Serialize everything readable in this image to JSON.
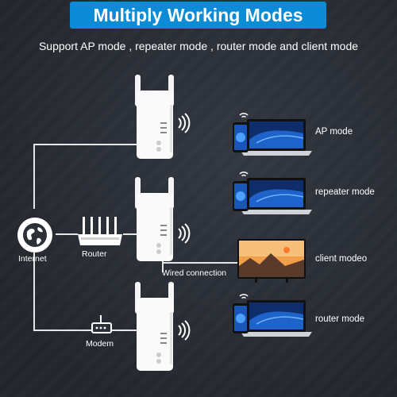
{
  "title": "Multiply Working Modes",
  "subtitle": "Support AP mode , repeater mode , router mode and client mode",
  "devices": {
    "internet": "Internet",
    "router": "Router",
    "modem": "Modem",
    "wired": "Wired connection"
  },
  "modes": [
    "AP mode",
    "repeater mode",
    "client modeo",
    "router mode"
  ],
  "colors": {
    "banner": "#0c8bd6",
    "background": "#2b2f36",
    "wire": "#e6e6e6"
  },
  "icons": [
    "globe-icon",
    "router-icon",
    "modem-icon",
    "wifi-signal-icon",
    "laptop-icon",
    "phone-icon",
    "tv-icon"
  ]
}
